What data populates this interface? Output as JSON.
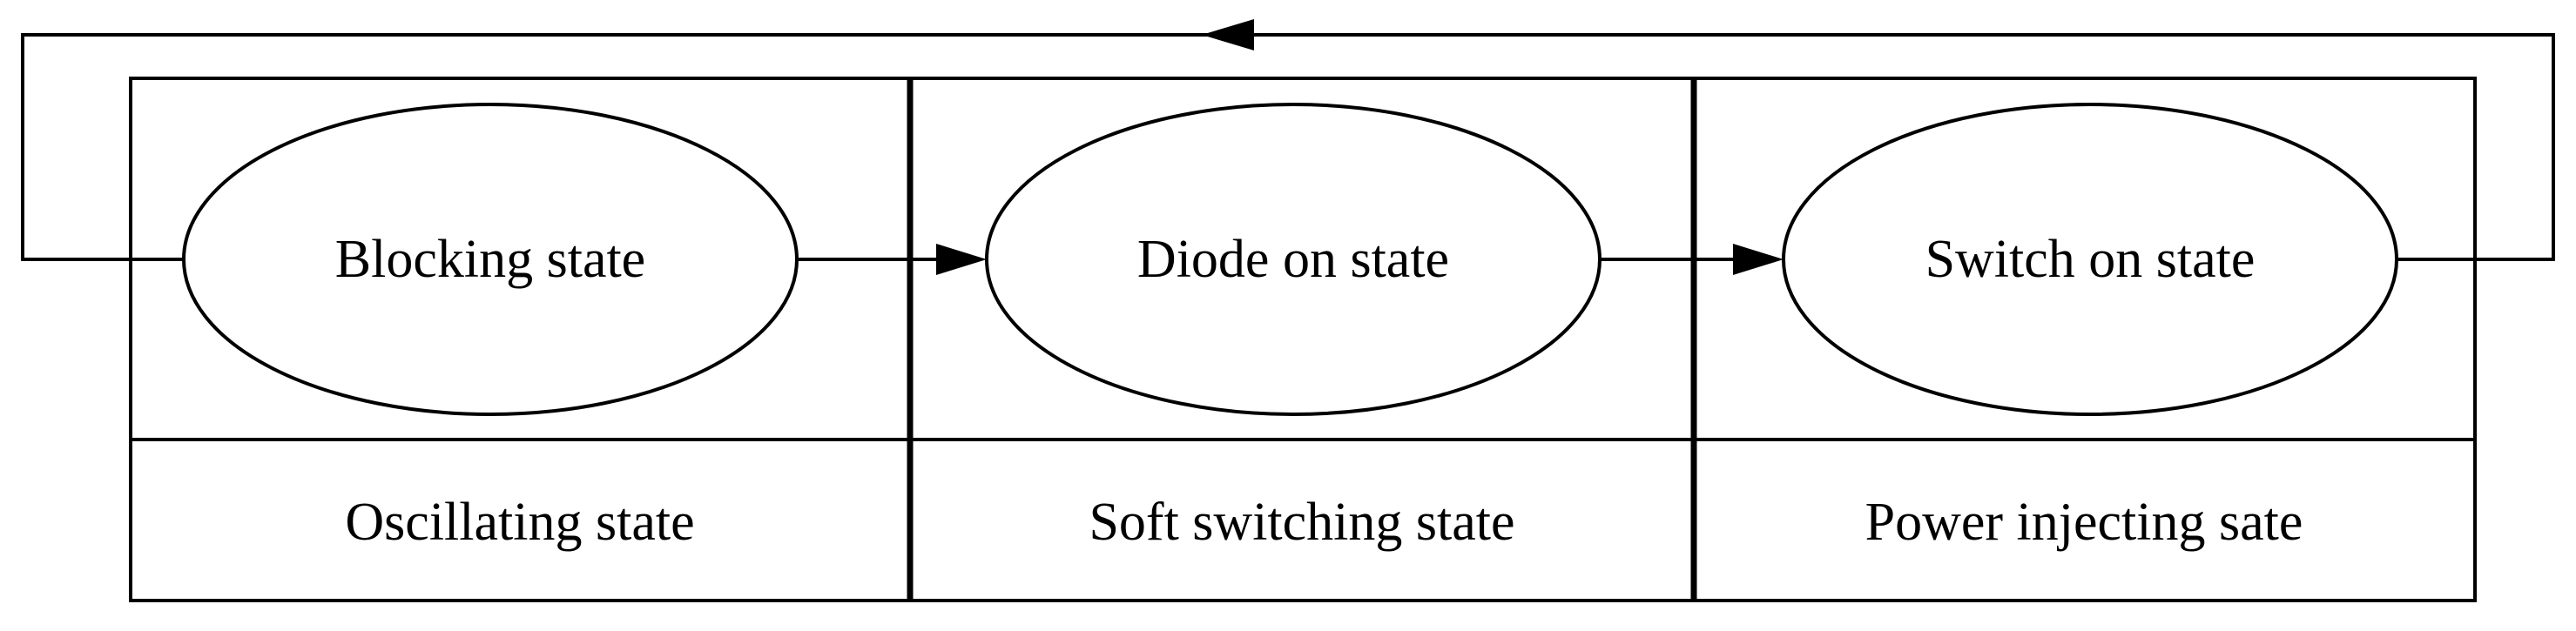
{
  "diagram": {
    "states": [
      {
        "id": "blocking",
        "label": "Blocking state"
      },
      {
        "id": "diode-on",
        "label": "Diode on state"
      },
      {
        "id": "switch-on",
        "label": "Switch on state"
      }
    ],
    "phases": [
      {
        "label": "Oscillating state"
      },
      {
        "label": "Soft switching state"
      },
      {
        "label": "Power injecting sate"
      }
    ],
    "transitions": [
      {
        "from": "blocking",
        "to": "diode-on"
      },
      {
        "from": "diode-on",
        "to": "switch-on"
      },
      {
        "from": "switch-on",
        "to": "blocking"
      }
    ],
    "colors": {
      "stroke": "#000000",
      "background": "#ffffff"
    }
  }
}
